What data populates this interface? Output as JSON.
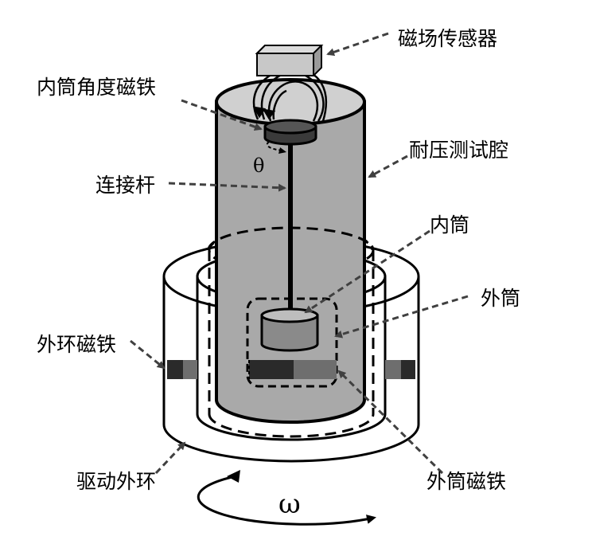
{
  "labels": {
    "sensor": "磁场传感器",
    "inner_angle_magnet": "内筒角度磁铁",
    "rod": "连接杆",
    "chamber": "耐压测试腔",
    "inner_cylinder": "内筒",
    "outer_cylinder": "外筒",
    "outer_ring_magnet": "外环磁铁",
    "drive_ring": "驱动外环",
    "outer_cylinder_magnet": "外筒磁铁"
  },
  "symbols": {
    "theta": "θ",
    "omega": "ω"
  },
  "colors": {
    "line": "#000000",
    "chamber_fill": "#a9a9a9",
    "sensor_fill": "#c8c8c8",
    "inner_cyl_fill": "#8a8a8a",
    "magnet_dark": "#2a2a2a",
    "magnet_mid": "#6e6e6e",
    "arrow": "#404040"
  }
}
